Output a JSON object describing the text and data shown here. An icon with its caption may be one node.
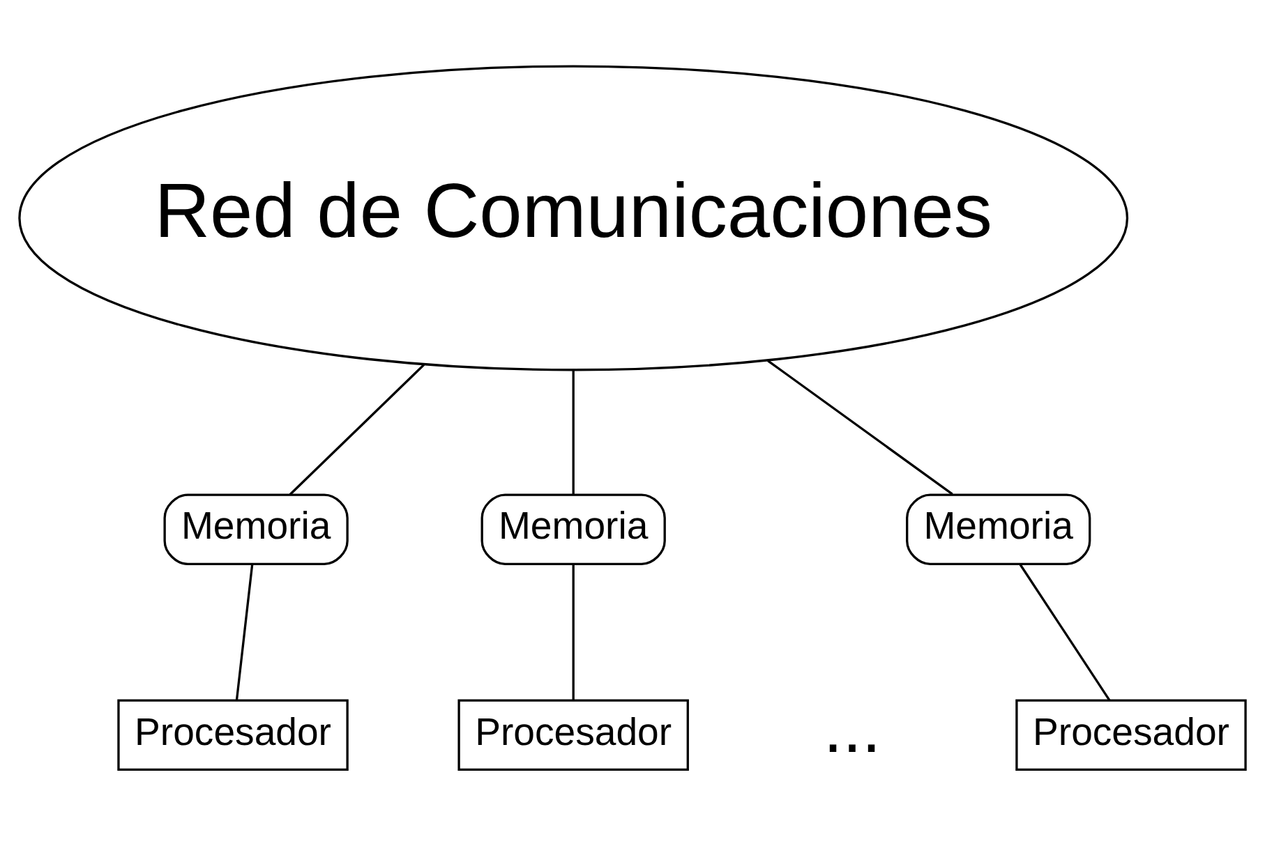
{
  "diagram": {
    "nodes": [
      {
        "text": [
          "Red de Comunicaciones"
        ]
      },
      {
        "text": [
          "Memoria"
        ]
      },
      {
        "text": [
          "Memoria"
        ]
      },
      {
        "text": [
          "Memoria"
        ]
      },
      {
        "text": [
          "Procesador"
        ]
      },
      {
        "text": [
          "Procesador"
        ]
      },
      {
        "text": [
          "Procesador"
        ]
      }
    ],
    "edges": [
      {
        "from": 0,
        "to": 1,
        "arrow": "none"
      },
      {
        "from": 0,
        "to": 2,
        "arrow": "none"
      },
      {
        "from": 0,
        "to": 3,
        "arrow": "none"
      },
      {
        "from": 1,
        "to": 4,
        "arrow": "none"
      },
      {
        "from": 2,
        "to": 5,
        "arrow": "none"
      },
      {
        "from": 3,
        "to": 6,
        "arrow": "none"
      }
    ],
    "labels": [
      "..."
    ]
  }
}
